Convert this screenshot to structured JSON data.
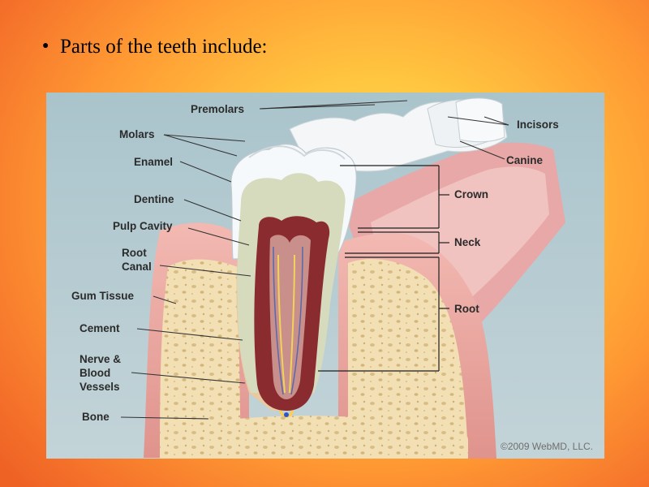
{
  "slide": {
    "bullet_symbol": "●",
    "bullet_text": "Parts of the teeth include:"
  },
  "diagram": {
    "labels": {
      "premolars": "Premolars",
      "molars": "Molars",
      "enamel": "Enamel",
      "dentine": "Dentine",
      "pulp_cavity": "Pulp Cavity",
      "root_canal": "Root\nCanal",
      "gum_tissue": "Gum Tissue",
      "cement": "Cement",
      "nerve_blood_vessels": "Nerve &\nBlood\nVessels",
      "bone": "Bone",
      "incisors": "Incisors",
      "canine": "Canine",
      "crown": "Crown",
      "neck": "Neck",
      "root": "Root"
    },
    "copyright": "©2009 WebMD, LLC."
  },
  "colors": {
    "panel_bg": "#a9c3cb",
    "gum": "#e7a19c",
    "bone": "#f0ddb0",
    "enamel": "#f5f8fa",
    "dentine": "#d8dcc0",
    "pulp": "#8a2b2f"
  }
}
